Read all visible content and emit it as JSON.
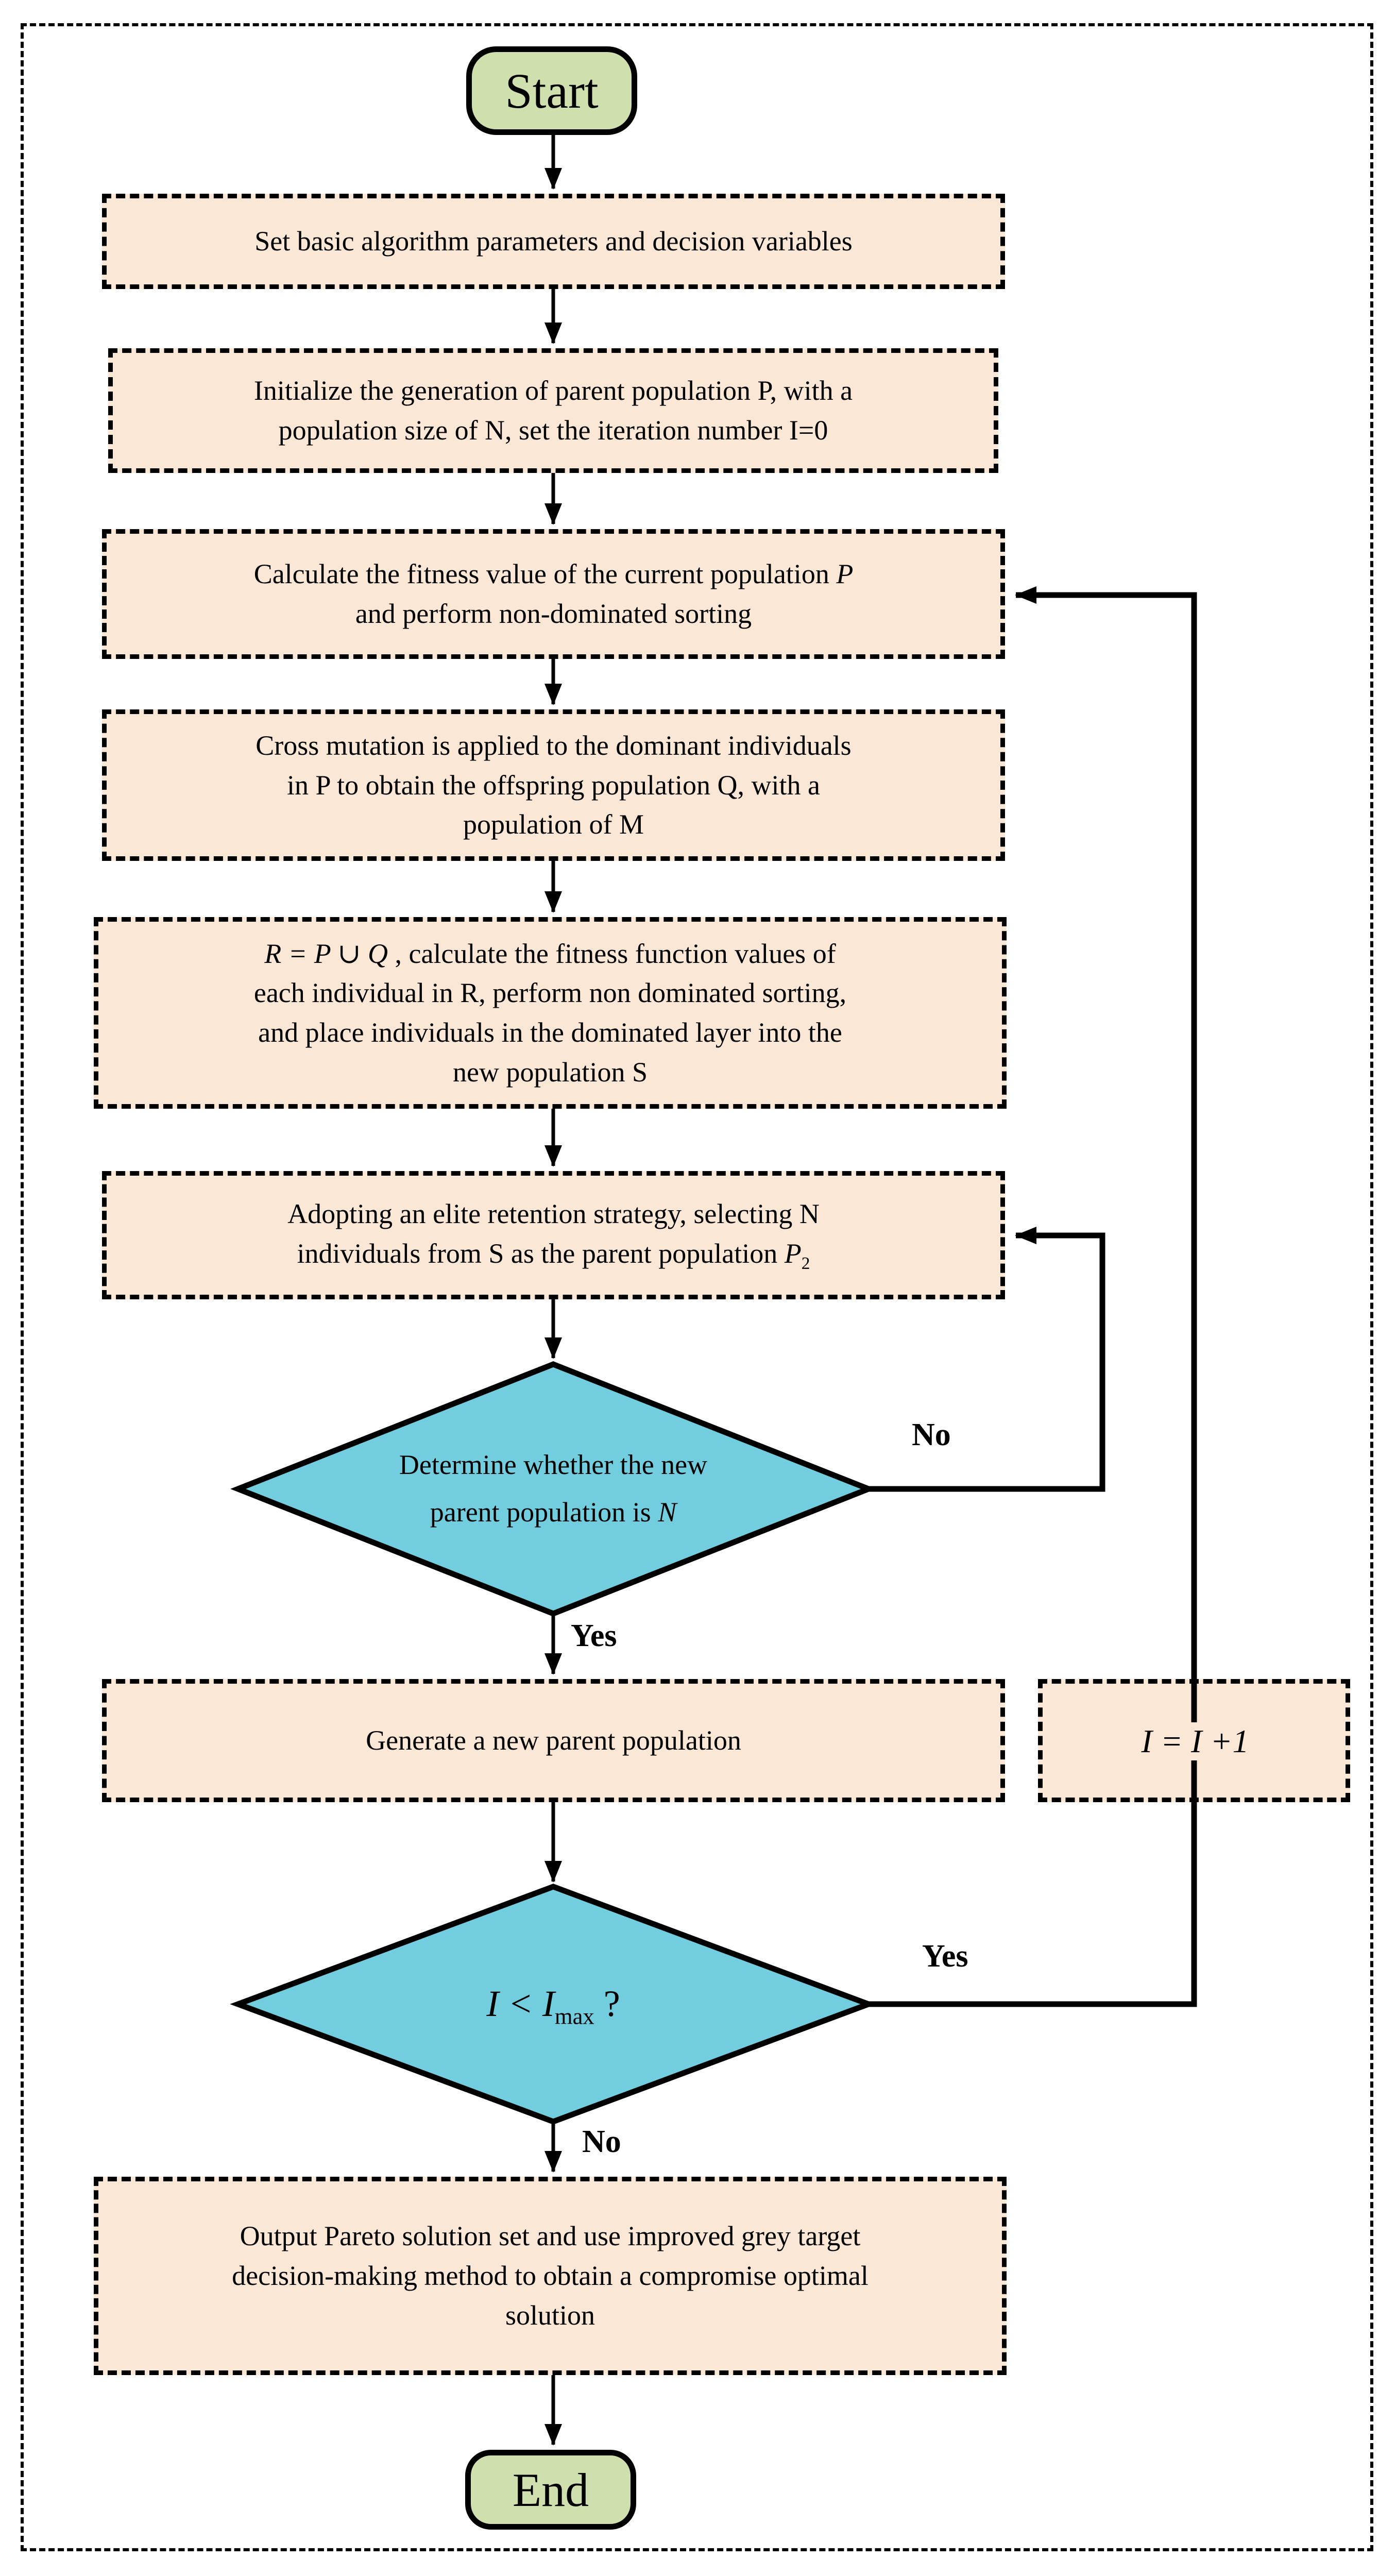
{
  "colors": {
    "process_fill": "#fbe7d5",
    "terminal_fill": "#cfe0ae",
    "decision_fill": "#72cede",
    "line": "#000000",
    "background": "#ffffff"
  },
  "nodes": {
    "start": {
      "label": "Start"
    },
    "box1": {
      "text": "Set basic algorithm parameters and decision variables"
    },
    "box2": {
      "text": "Initialize the generation of parent population P, with a\npopulation size of N, set the iteration number I=0"
    },
    "box3": {
      "before": "Calculate the fitness value of the current population ",
      "math": "P",
      "after": "\nand perform non-dominated sorting"
    },
    "box4": {
      "text": "Cross mutation is applied to the dominant individuals\nin P to obtain the offspring population Q, with a\npopulation  of M"
    },
    "box5": {
      "math": "R = P ∪ Q",
      "after": " , calculate the fitness function values of\neach individual in R, perform non dominated sorting,\nand place individuals in the dominated layer into the\nnew population S"
    },
    "box6": {
      "before": "Adopting an elite retention strategy, selecting N\nindividuals from S  as the parent population ",
      "math_base": "P",
      "math_sub": "2"
    },
    "decision1": {
      "before": "Determine whether the new\nparent population is ",
      "math": "N"
    },
    "generate": {
      "text": "Generate a new parent population"
    },
    "iteration": {
      "math": "I = I +1"
    },
    "decision2": {
      "base": "I < I",
      "sub": "max",
      "after": " ?"
    },
    "output": {
      "text": "Output Pareto solution set and use improved grey target\ndecision-making method to obtain a compromise optimal\nsolution"
    },
    "end": {
      "label": "End"
    }
  },
  "edge_labels": {
    "decision1_no": "No",
    "decision1_yes": "Yes",
    "decision2_yes": "Yes",
    "decision2_no": "No"
  }
}
